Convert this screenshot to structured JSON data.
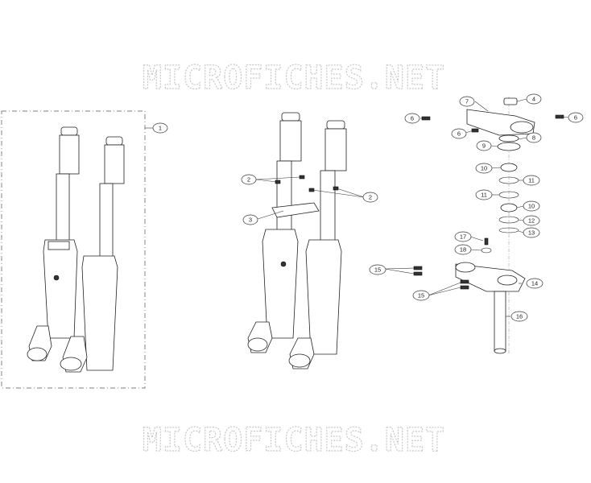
{
  "watermark": {
    "top_text": "MICROFICHES.NET",
    "bottom_text": "MICROFICHES.NET"
  },
  "callouts": [
    {
      "id": "c1",
      "label": "1"
    },
    {
      "id": "c2a",
      "label": "2"
    },
    {
      "id": "c2b",
      "label": "2"
    },
    {
      "id": "c3",
      "label": "3"
    },
    {
      "id": "c4",
      "label": "4"
    },
    {
      "id": "c6a",
      "label": "6"
    },
    {
      "id": "c6b",
      "label": "6"
    },
    {
      "id": "c6c",
      "label": "6"
    },
    {
      "id": "c7",
      "label": "7"
    },
    {
      "id": "c8",
      "label": "8"
    },
    {
      "id": "c9",
      "label": "9"
    },
    {
      "id": "c10a",
      "label": "10"
    },
    {
      "id": "c11a",
      "label": "11"
    },
    {
      "id": "c11b",
      "label": "11"
    },
    {
      "id": "c10b",
      "label": "10"
    },
    {
      "id": "c12",
      "label": "12"
    },
    {
      "id": "c13",
      "label": "13"
    },
    {
      "id": "c17",
      "label": "17"
    },
    {
      "id": "c18",
      "label": "18"
    },
    {
      "id": "c15a",
      "label": "15"
    },
    {
      "id": "c14",
      "label": "14"
    },
    {
      "id": "c15b",
      "label": "15"
    },
    {
      "id": "c16",
      "label": "16"
    }
  ]
}
